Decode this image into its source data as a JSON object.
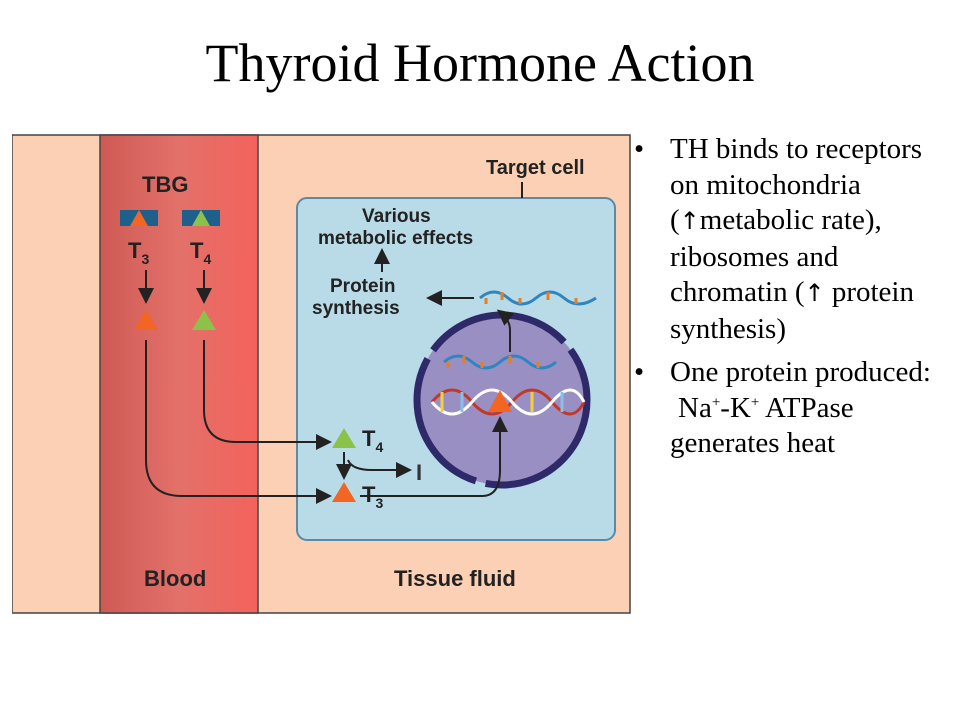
{
  "slide": {
    "title": "Thyroid Hormone Action"
  },
  "diagram": {
    "tbg_label": "TBG",
    "t3_main": "T",
    "t3_sub": "3",
    "t4_main": "T",
    "t4_sub": "4",
    "target_cell_label": "Target cell",
    "effects_line1": "Various",
    "effects_line2": "metabolic effects",
    "protein_line1": "Protein",
    "protein_line2": "synthesis",
    "blood_label": "Blood",
    "tissue_fluid_label": "Tissue fluid",
    "colors": {
      "blood": "#e8645a",
      "tissue": "#fbd0b4",
      "cell": "#b9dbe8",
      "nucleus": "#9a8fc2",
      "t3": "#f26522",
      "t4": "#8bc34a",
      "tbg": "#1f5f8b"
    }
  },
  "bullets": [
    {
      "pre": "TH binds to receptors on mitochondria (",
      "icon": "↑",
      "mid": "metabolic rate), ribosomes and chromatin (",
      "icon2": "↑",
      "post": " protein synthesis)"
    },
    {
      "line1": "One protein produced:",
      "na": "Na",
      "plus1": "+",
      "dash": "-K",
      "plus2": "+",
      "rest": " ATPase",
      "line3": "generates heat"
    }
  ]
}
